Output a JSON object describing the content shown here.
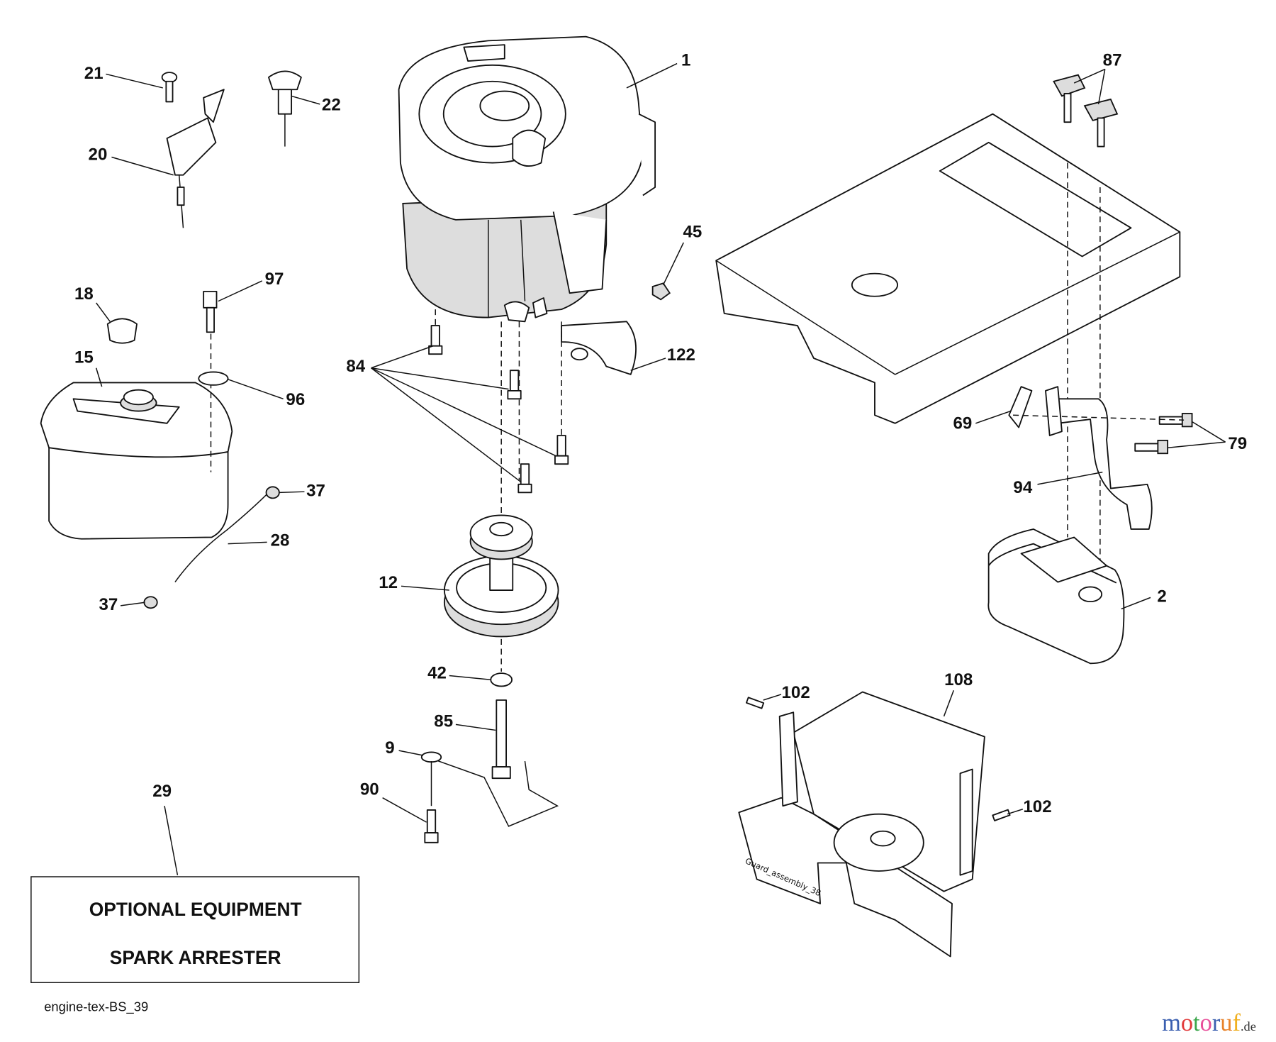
{
  "diagram_code": "engine-tex-BS_39",
  "optional_box": {
    "line1": "OPTIONAL EQUIPMENT",
    "line2": "SPARK ARRESTER"
  },
  "guard_label": "Guard_assembly_38",
  "watermark": {
    "text": "motoruf",
    "suffix": ".de",
    "colors": [
      "#3a5fb0",
      "#e23a3a",
      "#3aa64a",
      "#e84f9a",
      "#3a5fb0",
      "#e8822a",
      "#f0b020",
      "#e0c020"
    ]
  },
  "callouts": [
    "1",
    "21",
    "22",
    "20",
    "87",
    "45",
    "97",
    "18",
    "84",
    "122",
    "15",
    "96",
    "69",
    "79",
    "94",
    "37",
    "28",
    "12",
    "2",
    "37",
    "42",
    "108",
    "102",
    "85",
    "9",
    "90",
    "29",
    "102"
  ]
}
